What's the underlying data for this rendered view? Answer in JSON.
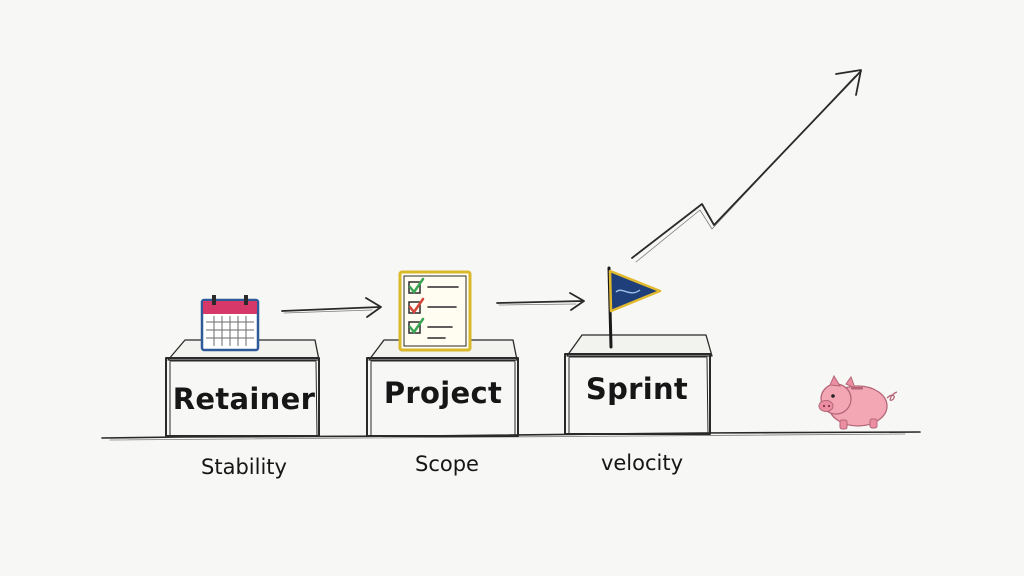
{
  "stages": [
    {
      "label": "Retainer",
      "sublabel": "Stability",
      "icon": "calendar-icon"
    },
    {
      "label": "Project",
      "sublabel": "Scope",
      "icon": "checklist-icon"
    },
    {
      "label": "Sprint",
      "sublabel": "velocity",
      "icon": "flag-icon"
    }
  ],
  "end_icon": "piggy-bank-icon",
  "colors": {
    "background": "#f7f7f5",
    "ink": "#2a2a2a",
    "calendar_header": "#d6386a",
    "calendar_frame": "#2f5a9a",
    "checklist_frame": "#d9b829",
    "check_green": "#3aa655",
    "check_red": "#d6453a",
    "flag_blue": "#1f3f7a",
    "flag_trim": "#e0b92e",
    "piggy_pink": "#f3a7b5"
  }
}
